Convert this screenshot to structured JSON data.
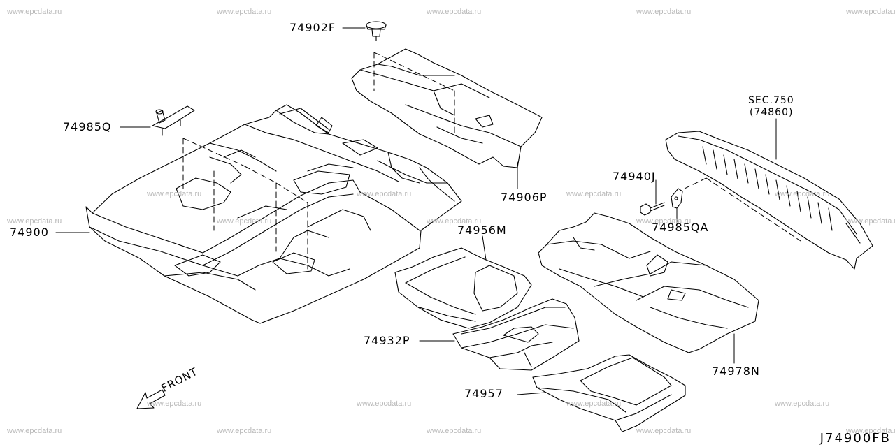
{
  "diagram": {
    "parts": {
      "p74902F": "74902F",
      "p74985Q": "74985Q",
      "p74900": "74900",
      "p74906P": "74906P",
      "p74940J": "74940J",
      "p74985QA": "74985QA",
      "p74956M": "74956M",
      "p74932P": "74932P",
      "p74957": "74957",
      "p74978N": "74978N",
      "sec_line1": "SEC.750",
      "sec_line2": "(74860)"
    },
    "front_label": "FRONT",
    "drawing_code": "J74900FB",
    "watermark": "www.epcdata.ru"
  }
}
